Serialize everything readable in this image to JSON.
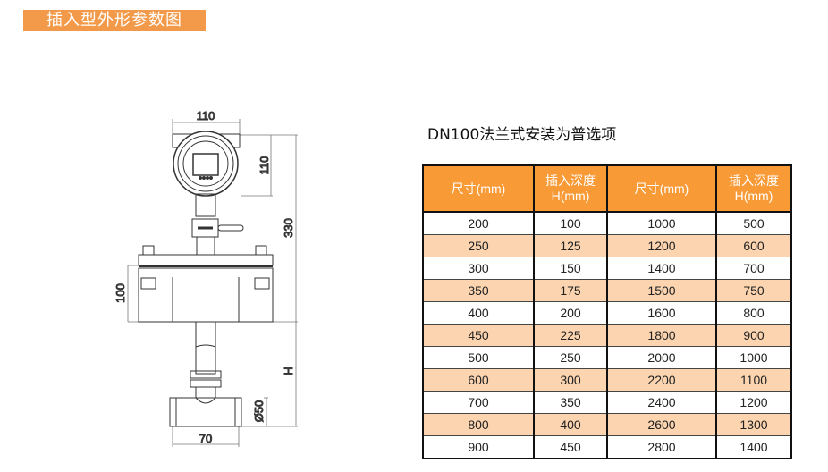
{
  "title": "插入型外形参数图",
  "subtitle": "DN100法兰式安装为普选项",
  "dimensions": {
    "top_width": "110",
    "head_height": "110",
    "total_height": "330",
    "flange_height": "100",
    "depth": "H",
    "pipe_dia": "Ø50",
    "bottom_width": "70"
  },
  "table": {
    "headers": [
      "尺寸(mm)",
      "插入深度H(mm)",
      "尺寸(mm)",
      "插入深度H(mm)"
    ],
    "header_lines": [
      [
        "尺寸(mm)"
      ],
      [
        "插入深度",
        "H(mm)"
      ],
      [
        "尺寸(mm)"
      ],
      [
        "插入深度",
        "H(mm)"
      ]
    ],
    "rows": [
      [
        "200",
        "100",
        "1000",
        "500"
      ],
      [
        "250",
        "125",
        "1200",
        "600"
      ],
      [
        "300",
        "150",
        "1400",
        "700"
      ],
      [
        "350",
        "175",
        "1500",
        "750"
      ],
      [
        "400",
        "200",
        "1600",
        "800"
      ],
      [
        "450",
        "225",
        "1800",
        "900"
      ],
      [
        "500",
        "250",
        "2000",
        "1000"
      ],
      [
        "600",
        "300",
        "2200",
        "1100"
      ],
      [
        "700",
        "350",
        "2400",
        "1200"
      ],
      [
        "800",
        "400",
        "2600",
        "1300"
      ],
      [
        "900",
        "450",
        "2800",
        "1400"
      ]
    ]
  }
}
